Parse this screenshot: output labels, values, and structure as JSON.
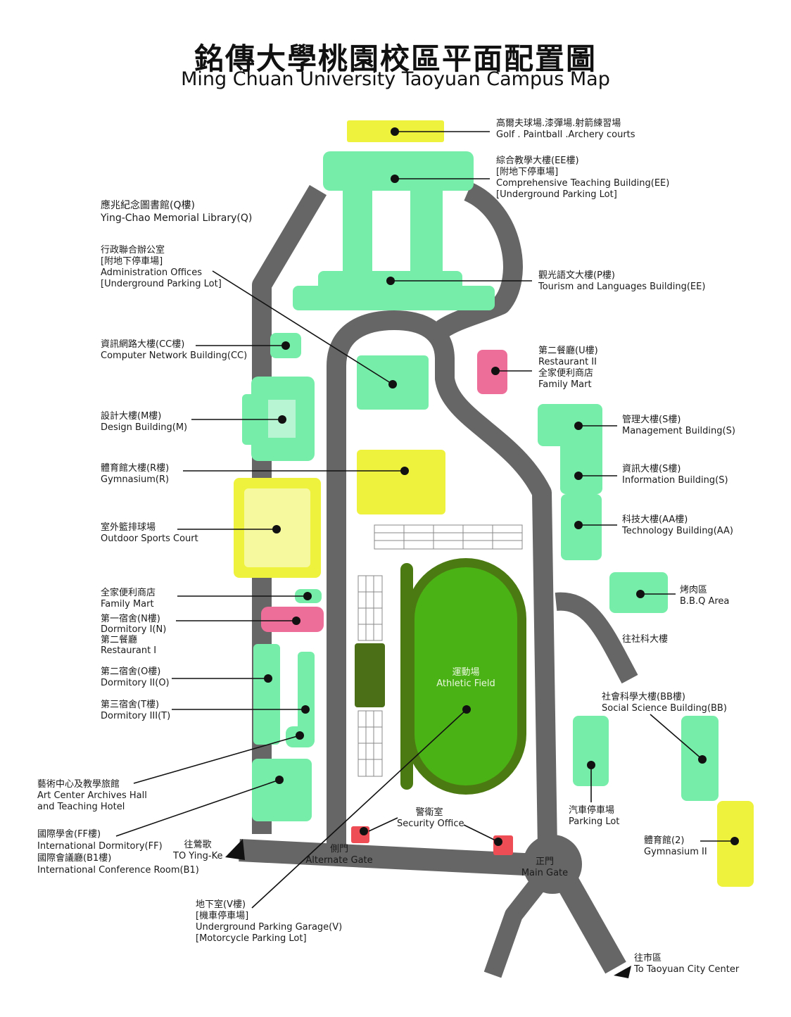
{
  "title": {
    "zh": "銘傳大學桃園校區平面配置圖",
    "en": "Ming Chuan University Taoyuan Campus Map"
  },
  "colors": {
    "road": "#666666",
    "building": "#76eeaa",
    "building_light": "#b8f5d2",
    "sports": "#eef23c",
    "sports_light": "#f7f99e",
    "restaurant": "#ee6e9a",
    "security": "#ee4d55",
    "field_outer": "#4c7a12",
    "field_inner": "#4bb215"
  },
  "icons": {
    "marker": "dot-marker-icon",
    "exit": "exit-arrow-icon"
  },
  "labels": {
    "golf": {
      "zh": "高爾夫球場.漆彈場.射箭練習場",
      "en": "Golf . Paintball .Archery courts"
    },
    "ee": {
      "zh": "綜合教學大樓(EE樓)",
      "zh2": "[附地下停車場]",
      "en": "Comprehensive Teaching Building(EE)",
      "en2": "[Underground Parking Lot]"
    },
    "library": {
      "zh": "應兆紀念圖書館(Q樓)",
      "en": "Ying-Chao Memorial Library(Q)"
    },
    "admin": {
      "zh": "行政聯合辦公室",
      "zh2": "[附地下停車場]",
      "en": "Administration Offices",
      "en2": "[Underground Parking Lot]"
    },
    "tourism": {
      "zh": "觀光語文大樓(P樓)",
      "en": "Tourism and Languages Building(EE)"
    },
    "cc": {
      "zh": "資訊網路大樓(CC樓)",
      "en": "Computer Network Building(CC)"
    },
    "restaurant2": {
      "zh": "第二餐廳(U樓)",
      "en": "Restaurant II",
      "zh2": "全家便利商店",
      "en2": "Family Mart"
    },
    "design": {
      "zh": "設計大樓(M樓)",
      "en": "Design Building(M)"
    },
    "management": {
      "zh": "管理大樓(S樓)",
      "en": "Management Building(S)"
    },
    "gym": {
      "zh": "體育館大樓(R樓)",
      "en": "Gymnasium(R)"
    },
    "info": {
      "zh": "資訊大樓(S樓)",
      "en": "Information Building(S)"
    },
    "tech": {
      "zh": "科技大樓(AA樓)",
      "en": "Technology Building(AA)"
    },
    "outdoor": {
      "zh": "室外籃排球場",
      "en": "Outdoor Sports Court"
    },
    "bbq": {
      "zh": "烤肉區",
      "en": "B.B.Q Area"
    },
    "familymart": {
      "zh": "全家便利商店",
      "en": "Family Mart"
    },
    "dorm1": {
      "zh": "第一宿舍(N樓)",
      "en": "Dormitory I(N)",
      "zh2": "第二餐廳",
      "en2": "Restaurant I"
    },
    "to_social": {
      "zh": "往社科大樓"
    },
    "athletic": {
      "zh": "運動場",
      "en": "Athletic Field"
    },
    "dorm2": {
      "zh": "第二宿舍(O樓)",
      "en": "Dormitory II(O)"
    },
    "social": {
      "zh": "社會科學大樓(BB樓)",
      "en": "Social Science Building(BB)"
    },
    "dorm3": {
      "zh": "第三宿舍(T樓)",
      "en": "Dormitory III(T)"
    },
    "art": {
      "zh": "藝術中心及教學旅館",
      "en": "Art Center Archives Hall",
      "en2": "and Teaching Hotel"
    },
    "parking": {
      "zh": "汽車停車場",
      "en": "Parking Lot"
    },
    "security": {
      "zh": "警衛室",
      "en": "Security Office"
    },
    "intl": {
      "zh": "國際學舍(FF樓)",
      "en": "International Dormitory(FF)",
      "zh2": "國際會議廳(B1樓)",
      "en2": "International Conference Room(B1)"
    },
    "yingke": {
      "zh": "往鶯歌",
      "en": "TO Ying-Ke"
    },
    "alt_gate": {
      "zh": "側門",
      "en": "Alternate Gate"
    },
    "main_gate": {
      "zh": "正門",
      "en": "Main Gate"
    },
    "gym2": {
      "zh": "體育館(2)",
      "en": "Gymnasium II"
    },
    "underground": {
      "zh": "地下室(V樓)",
      "zh2": "[機車停車場]",
      "en": "Underground Parking Garage(V)",
      "en2": "[Motorcycle Parking Lot]"
    },
    "city": {
      "zh": "往市區",
      "en": "To Taoyuan City Center"
    }
  }
}
